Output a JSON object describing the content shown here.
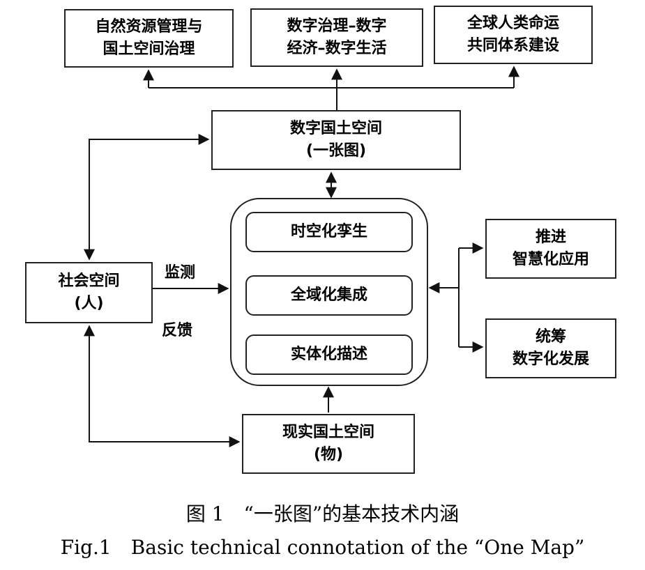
{
  "top_boxes": [
    {
      "line1": "自然资源管理与",
      "line2": "国土空间治理"
    },
    {
      "line1": "数字治理–数字",
      "line2": "经济–数字生活"
    },
    {
      "line1": "全球人类命运",
      "line2": "共同体系建设"
    }
  ],
  "digital_space": {
    "line1": "数字国土空间",
    "line2": "(一张图)"
  },
  "social_space": {
    "line1": "社会空间",
    "line2": "(人)"
  },
  "real_space": {
    "line1": "现实国土空间",
    "line2": "(物)"
  },
  "core_steps": {
    "top": "时空化孪生",
    "middle": "全域化集成",
    "bottom": "实体化描述"
  },
  "right_boxes": [
    {
      "line1": "推进",
      "line2": "智慧化应用"
    },
    {
      "line1": "统筹",
      "line2": "数字化发展"
    }
  ],
  "labels": {
    "monitor": "监测",
    "feedback": "反馈"
  },
  "caption": {
    "cn": "图 1　“一张图”的基本技术内涵",
    "en": "Fig.1　Basic technical connotation of the “One Map”"
  }
}
